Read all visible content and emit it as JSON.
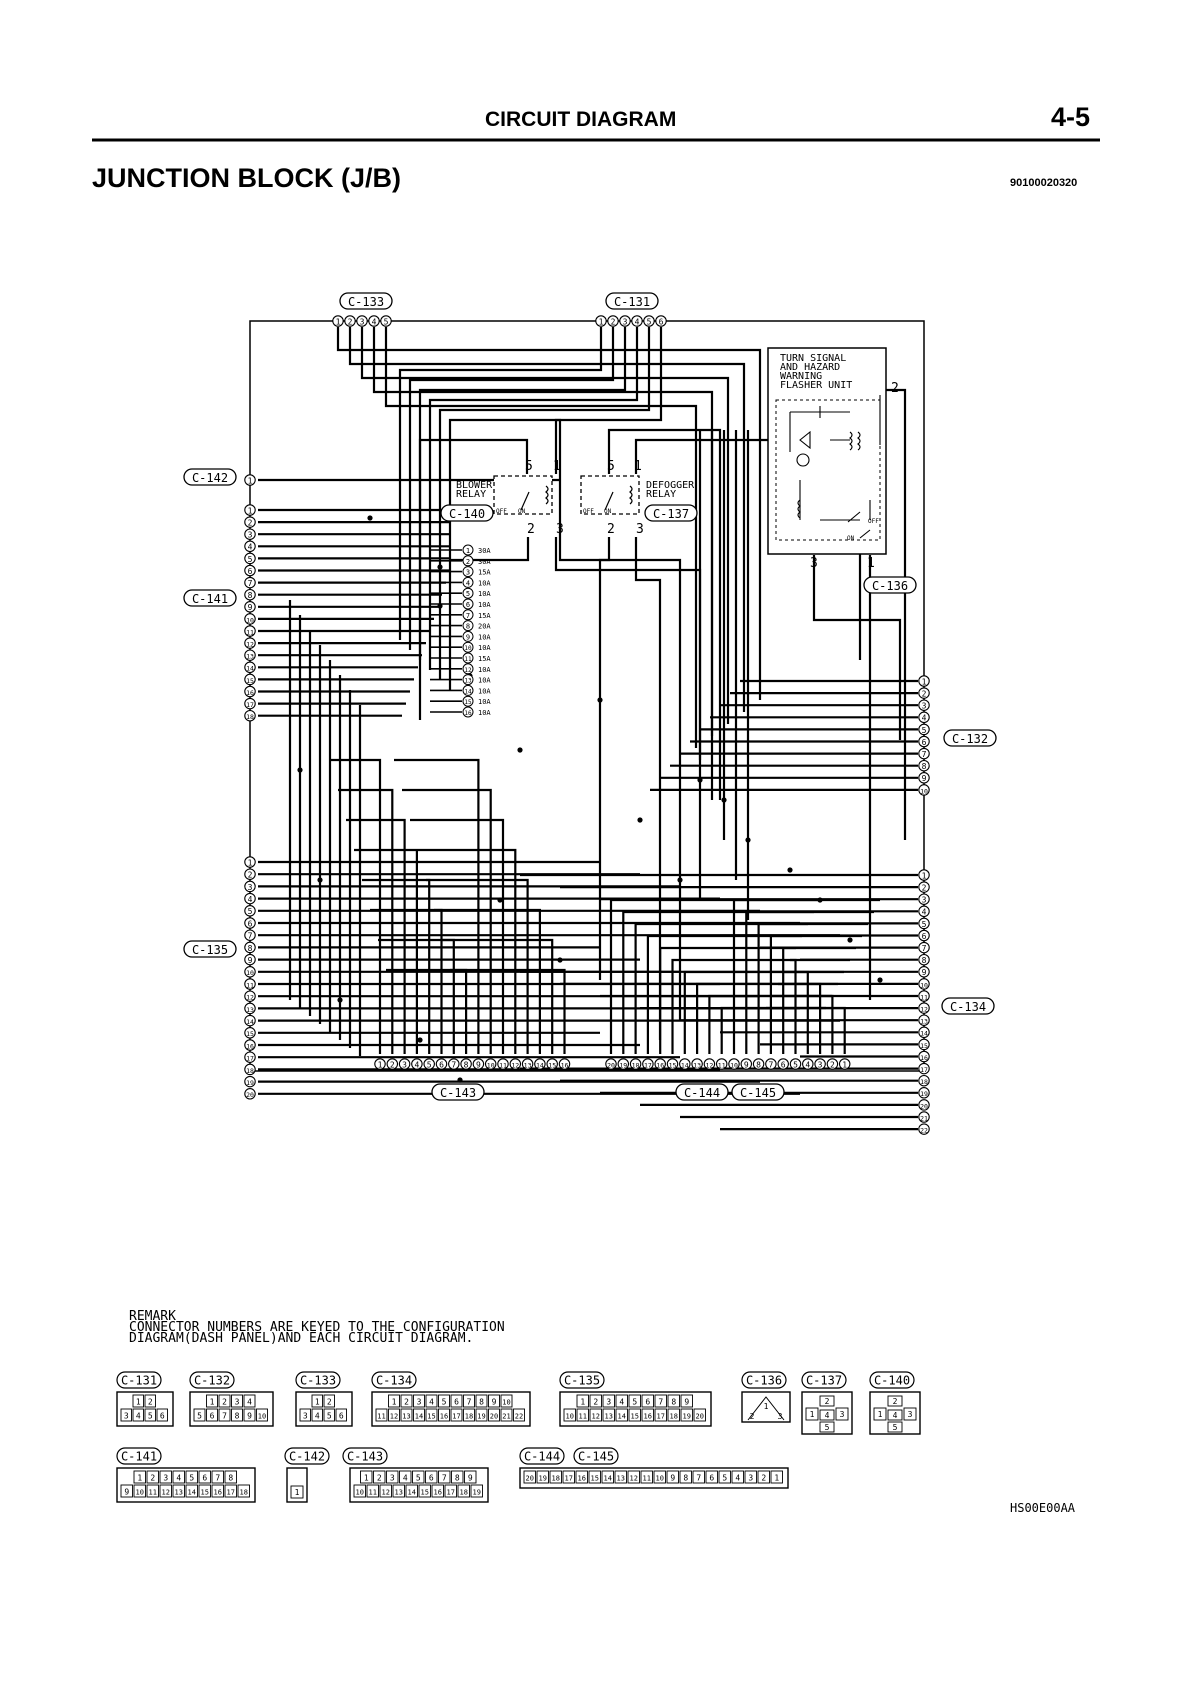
{
  "header": {
    "section_title": "CIRCUIT DIAGRAM",
    "page_number": "4-5",
    "title": "JUNCTION BLOCK (J/B)",
    "doc_code": "90100020320"
  },
  "connectors": {
    "c133": "C-133",
    "c131": "C-131",
    "c142": "C-142",
    "c141": "C-141",
    "c135": "C-135",
    "c132": "C-132",
    "c134": "C-134",
    "c136": "C-136",
    "c137": "C-137",
    "c140": "C-140",
    "c143": "C-143",
    "c144": "C-144",
    "c145": "C-145"
  },
  "flasher_unit": {
    "label_lines": [
      "TURN SIGNAL",
      "AND HAZARD",
      "WARNING",
      "FLASHER UNIT"
    ],
    "pin_top": "2",
    "pin_left": "3",
    "pin_right": "1",
    "off": "OFF",
    "on": "ON"
  },
  "blower_relay": {
    "label_lines": [
      "BLOWER",
      "RELAY"
    ],
    "pins": [
      "5",
      "1",
      "2",
      "3"
    ],
    "off": "OFF",
    "on": "ON"
  },
  "defogger_relay": {
    "label_lines": [
      "DEFOGGER",
      "RELAY"
    ],
    "pins": [
      "5",
      "1",
      "2",
      "3"
    ],
    "off": "OFF",
    "on": "ON"
  },
  "fuses": [
    {
      "n": "1",
      "a": "30A"
    },
    {
      "n": "2",
      "a": "30A"
    },
    {
      "n": "3",
      "a": "15A"
    },
    {
      "n": "4",
      "a": "10A"
    },
    {
      "n": "5",
      "a": "10A"
    },
    {
      "n": "6",
      "a": "10A"
    },
    {
      "n": "7",
      "a": "15A"
    },
    {
      "n": "8",
      "a": "20A"
    },
    {
      "n": "9",
      "a": "10A"
    },
    {
      "n": "10",
      "a": "10A"
    },
    {
      "n": "11",
      "a": "15A"
    },
    {
      "n": "12",
      "a": "10A"
    },
    {
      "n": "13",
      "a": "10A"
    },
    {
      "n": "14",
      "a": "10A"
    },
    {
      "n": "15",
      "a": "10A"
    },
    {
      "n": "16",
      "a": "10A"
    }
  ],
  "pin_rows": {
    "c133_top": [
      "1",
      "2",
      "3",
      "4",
      "5"
    ],
    "c131_top": [
      "1",
      "2",
      "3",
      "4",
      "5",
      "6"
    ],
    "c141_left": [
      "1",
      "2",
      "3",
      "4",
      "5",
      "6",
      "7",
      "8",
      "9",
      "10",
      "11",
      "12",
      "13",
      "14",
      "15",
      "16",
      "17",
      "18"
    ],
    "c132_right": [
      "1",
      "2",
      "3",
      "4",
      "5",
      "6",
      "7",
      "8",
      "9",
      "10"
    ],
    "c135_left": [
      "1",
      "2",
      "3",
      "4",
      "5",
      "6",
      "7",
      "8",
      "9",
      "10",
      "11",
      "12",
      "13",
      "14",
      "15",
      "16",
      "17",
      "18",
      "19",
      "20"
    ],
    "c134_right": [
      "1",
      "2",
      "3",
      "4",
      "5",
      "6",
      "7",
      "8",
      "9",
      "10",
      "11",
      "12",
      "13",
      "14",
      "15",
      "16",
      "17",
      "18",
      "19",
      "20",
      "21",
      "22"
    ],
    "c143_bottom": [
      "1",
      "2",
      "3",
      "4",
      "5",
      "6",
      "7",
      "8",
      "9",
      "10",
      "11",
      "12",
      "13",
      "14",
      "15",
      "16"
    ],
    "c144_bottom": [
      "20",
      "19",
      "18",
      "17",
      "16",
      "15",
      "14",
      "13",
      "12",
      "11",
      "10",
      "9",
      "8",
      "7",
      "6",
      "5",
      "4",
      "3",
      "2",
      "1"
    ]
  },
  "remark": {
    "lines": [
      "REMARK",
      "CONNECTOR NUMBERS ARE KEYED TO THE CONFIGURATION",
      "DIAGRAM(DASH PANEL)AND EACH CIRCUIT DIAGRAM."
    ]
  },
  "legend": {
    "c131": {
      "r1": [
        "1",
        "2"
      ],
      "r2": [
        "3",
        "4",
        "5",
        "6"
      ]
    },
    "c132": {
      "r1": [
        "1",
        "2",
        "3",
        "4"
      ],
      "r2": [
        "5",
        "6",
        "7",
        "8",
        "9",
        "10"
      ]
    },
    "c133": {
      "r1": [
        "1",
        "2"
      ],
      "r2": [
        "3",
        "4",
        "5",
        "6"
      ]
    },
    "c134": {
      "r1": [
        "1",
        "2",
        "3",
        "4",
        "5",
        "6",
        "7",
        "8",
        "9",
        "10"
      ],
      "r2": [
        "11",
        "12",
        "13",
        "14",
        "15",
        "16",
        "17",
        "18",
        "19",
        "20",
        "21",
        "22"
      ]
    },
    "c135": {
      "r1": [
        "1",
        "2",
        "3",
        "4",
        "5",
        "6",
        "7",
        "8",
        "9"
      ],
      "r2": [
        "10",
        "11",
        "12",
        "13",
        "14",
        "15",
        "16",
        "17",
        "18",
        "19",
        "20"
      ]
    },
    "c136": {
      "pins": [
        "1",
        "2",
        "3"
      ]
    },
    "c137": {
      "pins": [
        "1",
        "2",
        "3",
        "4",
        "5"
      ]
    },
    "c140": {
      "pins": [
        "1",
        "2",
        "3",
        "4",
        "5"
      ]
    },
    "c141": {
      "r1": [
        "1",
        "2",
        "3",
        "4",
        "5",
        "6",
        "7",
        "8"
      ],
      "r2": [
        "9",
        "10",
        "11",
        "12",
        "13",
        "14",
        "15",
        "16",
        "17",
        "18"
      ]
    },
    "c142": {
      "pins": [
        "1"
      ]
    },
    "c143": {
      "r1": [
        "1",
        "2",
        "3",
        "4",
        "5",
        "6",
        "7",
        "8",
        "9"
      ],
      "r2": [
        "10",
        "11",
        "12",
        "13",
        "14",
        "15",
        "16",
        "17",
        "18",
        "19"
      ]
    },
    "c144": {
      "r2": [
        "20",
        "19",
        "18",
        "17",
        "16",
        "15",
        "14",
        "13",
        "12",
        "11",
        "10",
        "9",
        "8",
        "7",
        "6",
        "5",
        "4",
        "3",
        "2",
        "1"
      ]
    }
  },
  "footer_code": "HS00E00AA"
}
